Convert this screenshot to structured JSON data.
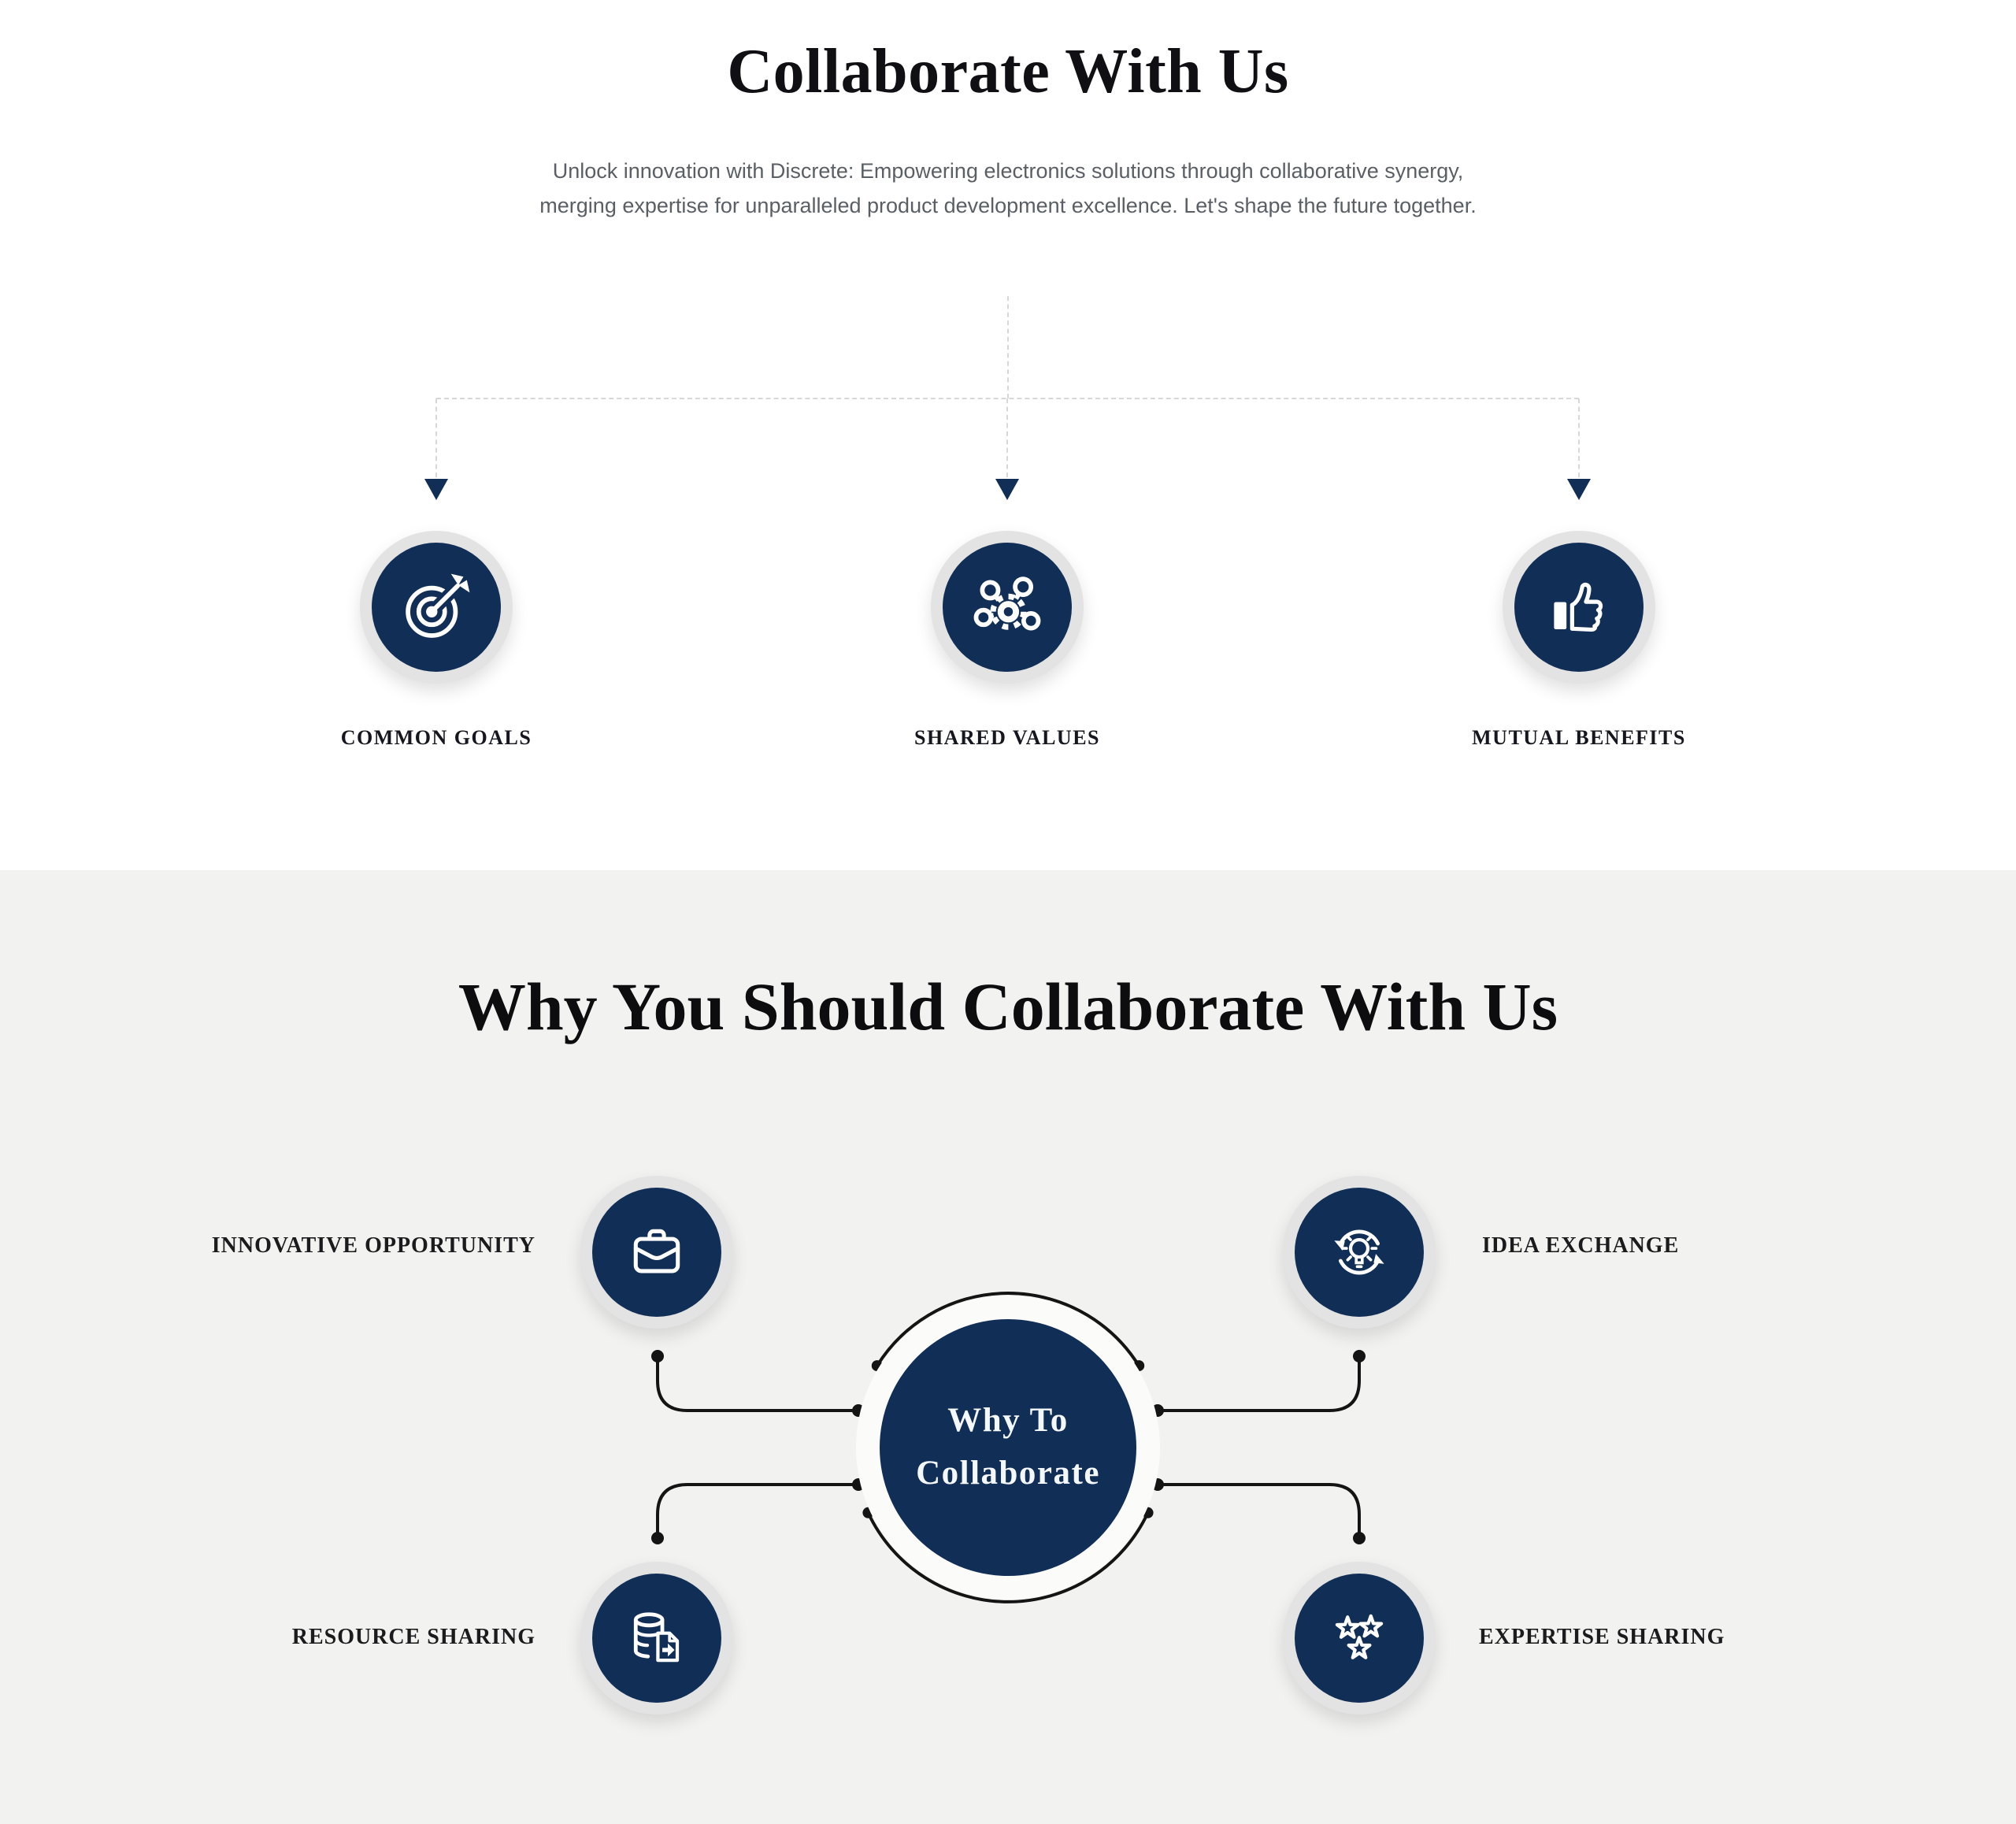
{
  "section1": {
    "title": "Collaborate With Us",
    "subtitle": "Unlock innovation with Discrete: Empowering electronics solutions through collaborative synergy, merging expertise for unparalleled product development excellence. Let's shape the future together.",
    "items": [
      {
        "label": "COMMON GOALS",
        "icon": "target-arrow-icon"
      },
      {
        "label": "SHARED VALUES",
        "icon": "network-gear-icon"
      },
      {
        "label": "MUTUAL BENEFITS",
        "icon": "thumbs-up-icon"
      }
    ]
  },
  "section2": {
    "title": "Why You Should Collaborate With Us",
    "hub": {
      "line1": "Why To",
      "line2": "Collaborate"
    },
    "items": [
      {
        "label": "INNOVATIVE OPPORTUNITY",
        "icon": "briefcase-icon",
        "position": "top-left"
      },
      {
        "label": "IDEA EXCHANGE",
        "icon": "idea-cycle-icon",
        "position": "top-right"
      },
      {
        "label": "RESOURCE SHARING",
        "icon": "database-share-icon",
        "position": "bottom-left"
      },
      {
        "label": "EXPERTISE SHARING",
        "icon": "stars-trio-icon",
        "position": "bottom-right"
      }
    ]
  },
  "colors": {
    "navy": "#112e56",
    "ring_gray": "#e3e3e4",
    "section2_background": "#f2f2f1",
    "dashed_line": "#d8d8d8",
    "connector_black": "#141414"
  }
}
